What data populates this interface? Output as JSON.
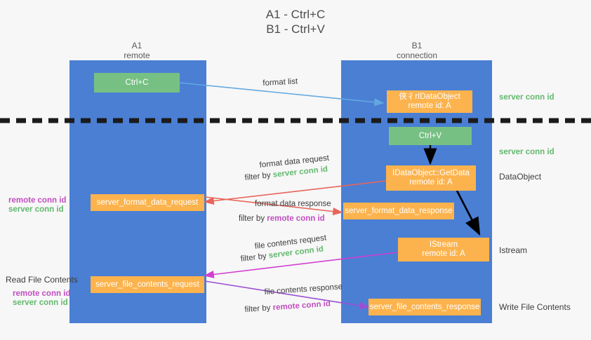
{
  "title": {
    "line1": "A1 - Ctrl+C",
    "line2": "B1 - Ctrl+V"
  },
  "columns": [
    {
      "name": "A1",
      "sub": "remote"
    },
    {
      "name": "B1",
      "sub": "connection"
    }
  ],
  "colors": {
    "lane": "#4a7fd4",
    "green_box": "#76c083",
    "orange_box": "#fcb34d",
    "server_conn": "#63b86f",
    "remote_conn": "#c14fc1",
    "arrow_blue": "#62a8e0",
    "arrow_red": "#e8655a",
    "arrow_magenta": "#d13fd1",
    "arrow_purple": "#9b4fd4",
    "arrow_black": "#000000",
    "background": "#f7f7f7"
  },
  "boxes": {
    "ctrl_c": {
      "line1": "Ctrl+C"
    },
    "ctrl_v": {
      "line1": "Ctrl+V"
    },
    "idataobject": {
      "line1": "俠彳rIDataObject",
      "line2": "remote id: A"
    },
    "getdata": {
      "line1": "IDataObject::GetData",
      "line2": "remote id: A"
    },
    "istream": {
      "line1": "IStream",
      "line2": "remote id: A"
    },
    "server_format_data_request": {
      "line1": "server_format_data_request"
    },
    "server_format_data_response": {
      "line1": "server_format_data_response"
    },
    "server_file_contents_request": {
      "line1": "server_file_contents_request"
    },
    "server_file_contents_response": {
      "line1": "server_file_contents_response"
    }
  },
  "arrow_labels": {
    "format_list": "format list",
    "format_data_request": "format data request",
    "format_data_request_filter_prefix": "filter by ",
    "format_data_request_filter_value": "server conn id",
    "format_data_response": "format data response",
    "format_data_response_filter_prefix": "filter by ",
    "format_data_response_filter_value": "remote conn id",
    "file_contents_request": "file contents request",
    "file_contents_request_filter_prefix": "filter by ",
    "file_contents_request_filter_value": "server conn id",
    "file_contents_response": "file contents response",
    "file_contents_response_filter_prefix": "filter by ",
    "file_contents_response_filter_value": "remote conn id"
  },
  "right_labels": {
    "server_conn_id_top": "server conn id",
    "server_conn_id_mid": "server conn id",
    "dataobject": "DataObject",
    "istream": "Istream",
    "write_file_contents": "Write File Contents"
  },
  "left_labels": {
    "remote_conn_id_1": "remote conn id",
    "server_conn_id_1": "server conn id",
    "read_file_contents": "Read File Contents",
    "remote_conn_id_2": "remote conn id",
    "server_conn_id_2": "server conn id"
  }
}
